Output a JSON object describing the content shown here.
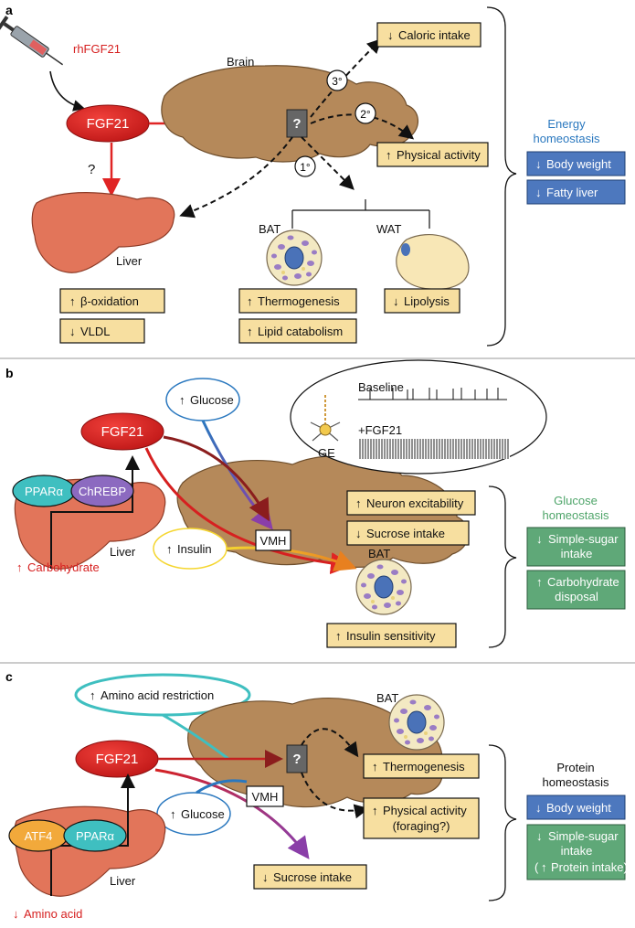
{
  "panels": {
    "a": "a",
    "b": "b",
    "c": "c"
  },
  "a": {
    "drug": "rhFGF21",
    "fgf21": "FGF21",
    "question": "?",
    "brain": "Brain",
    "liver": "Liver",
    "bat": "BAT",
    "wat": "WAT",
    "order1": "1°",
    "order2": "2°",
    "order3": "3°",
    "caloric": "Caloric intake",
    "physical": "Physical activity",
    "beta": "β-oxidation",
    "vldl": "VLDL",
    "thermo": "Thermogenesis",
    "lipid_cat": "Lipid catabolism",
    "lipolysis": "Lipolysis",
    "homeo_title1": "Energy",
    "homeo_title2": "homeostasis",
    "body_weight": "Body weight",
    "fatty_liver": "Fatty liver"
  },
  "b": {
    "fgf21": "FGF21",
    "glucose": "Glucose",
    "baseline": "Baseline",
    "plus_fgf21": "+FGF21",
    "ge": "GE",
    "ppara": "PPARα",
    "chrebp": "ChREBP",
    "liver": "Liver",
    "carb": "Carbohydrate",
    "insulin": "Insulin",
    "vmh": "VMH",
    "bat": "BAT",
    "neuron": "Neuron excitability",
    "sucrose": "Sucrose intake",
    "insulin_sens": "Insulin sensitivity",
    "homeo_title1": "Glucose",
    "homeo_title2": "homeostasis",
    "sugar1": "Simple-sugar",
    "sugar2": "intake",
    "carbdisp1": "Carbohydrate",
    "carbdisp2": "disposal"
  },
  "c": {
    "aa_restr": "Amino acid restriction",
    "fgf21": "FGF21",
    "question": "?",
    "bat": "BAT",
    "thermo": "Thermogenesis",
    "glucose": "Glucose",
    "vmh": "VMH",
    "physical1": "Physical activity",
    "physical2": "(foraging?)",
    "atf4": "ATF4",
    "ppara": "PPARα",
    "liver": "Liver",
    "sucrose": "Sucrose intake",
    "amino": "Amino acid",
    "homeo_title1": "Protein",
    "homeo_title2": "homeostasis",
    "body_weight": "Body weight",
    "sugar1": "Simple-sugar",
    "sugar2": "intake",
    "protein": "Protein intake)"
  },
  "colors": {
    "fgf21_red": "#d62020",
    "arrow_red": "#e02424",
    "energy_blue": "#2a78bf",
    "glucose_green": "#4fa56a",
    "box_yellow": "#f7dfa0",
    "box_blue": "#4d78be",
    "box_green": "#5fa878"
  }
}
